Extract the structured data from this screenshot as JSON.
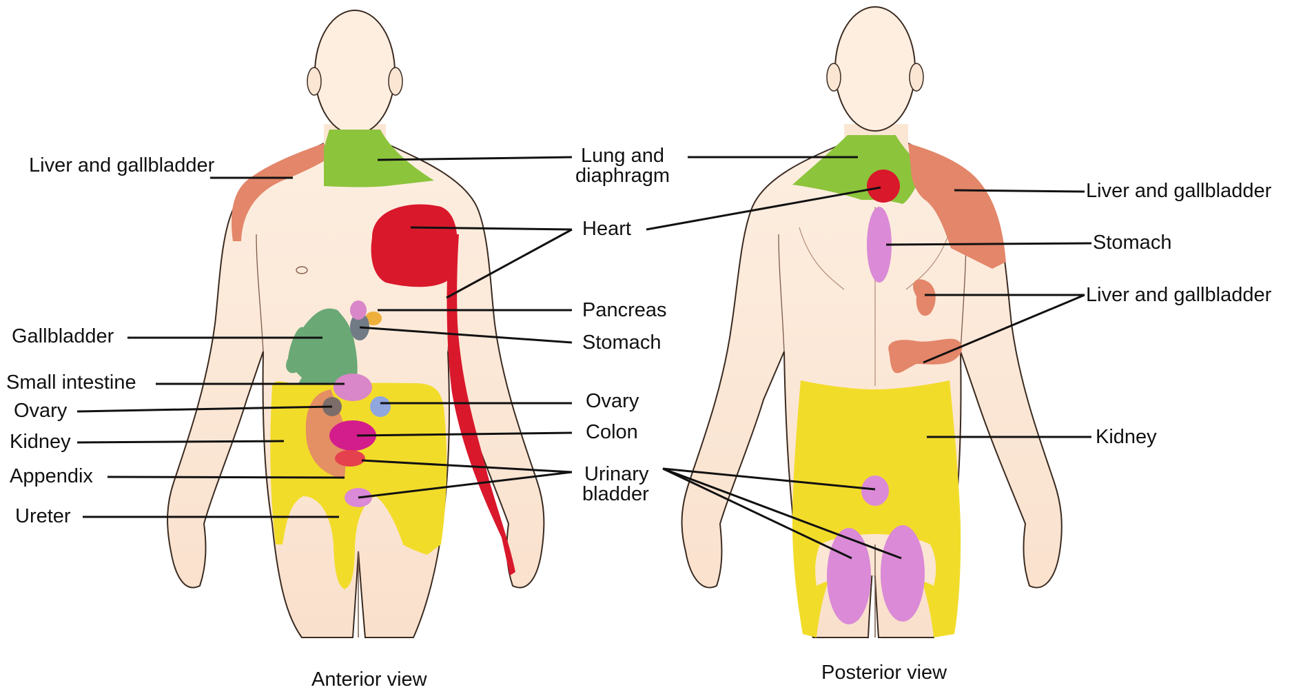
{
  "views": {
    "anterior": "Anterior view",
    "posterior": "Posterior view"
  },
  "labels": {
    "liver_gallbladder_front": "Liver and gallbladder",
    "lung_diaphragm_line1": "Lung and",
    "lung_diaphragm_line2": "diaphragm",
    "heart": "Heart",
    "pancreas": "Pancreas",
    "stomach_front": "Stomach",
    "gallbladder": "Gallbladder",
    "small_intestine": "Small intestine",
    "ovary_left": "Ovary",
    "ovary_right": "Ovary",
    "kidney_front": "Kidney",
    "colon": "Colon",
    "appendix": "Appendix",
    "urinary_line1": "Urinary",
    "urinary_line2": "bladder",
    "ureter": "Ureter",
    "liver_gallbladder_back_top": "Liver and gallbladder",
    "stomach_back": "Stomach",
    "liver_gallbladder_back_mid": "Liver and gallbladder",
    "kidney_back": "Kidney"
  },
  "colors": {
    "skin": "#fbe6d4",
    "skin_outline": "#3a2a20",
    "lung_diaphragm": "#8cc43c",
    "liver_gallbladder": "#e3866a",
    "heart": "#d9182c",
    "gallbladder": "#6aa876",
    "stomach": "#707b86",
    "pancreas": "#eeb03a",
    "small_intestine": "#d987c8",
    "ovary": "#8fa6df",
    "colon": "#d41d8c",
    "appendix": "#e4404e",
    "urinary_bladder": "#da8ad6",
    "kidney_zone": "#f2dc2a",
    "leader_line": "#111111"
  }
}
